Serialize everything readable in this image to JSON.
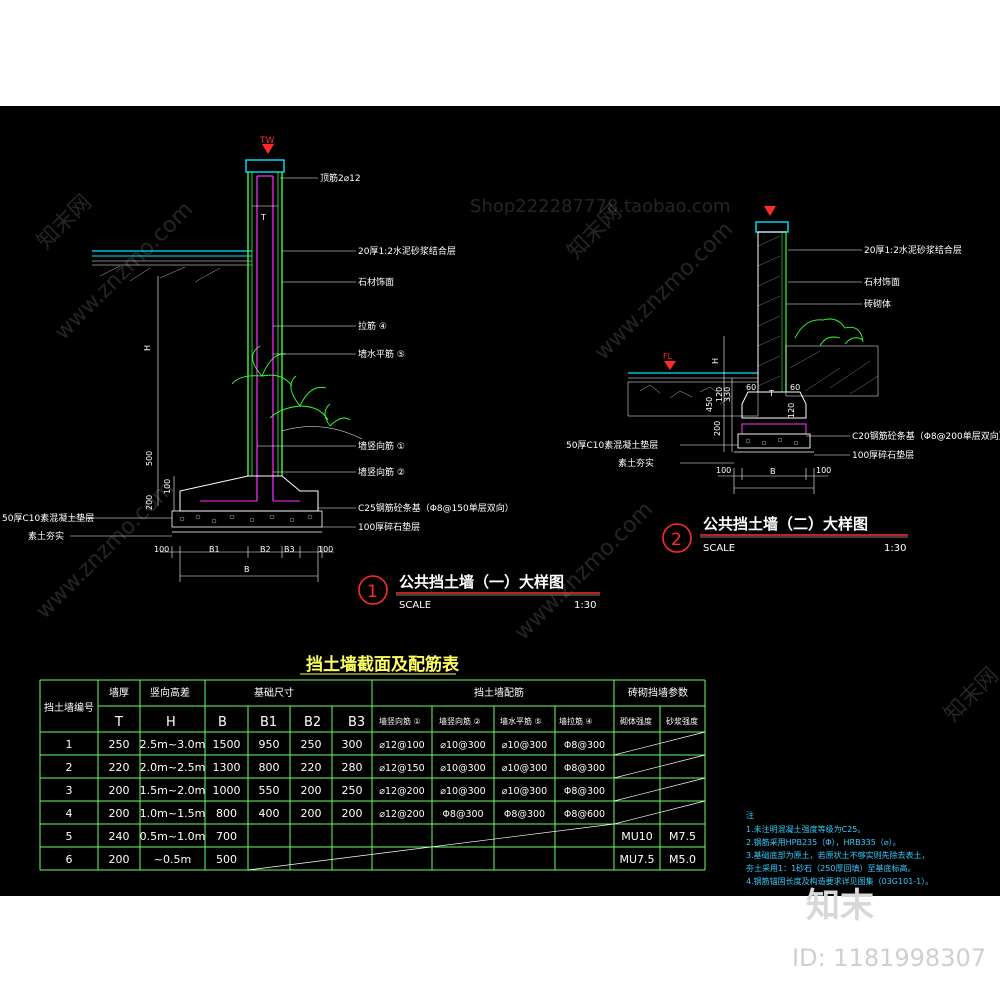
{
  "detail1": {
    "title": "公共挡土墙（一）大样图",
    "number": "1",
    "scale_label": "SCALE",
    "scale_value": "1:30",
    "top_marker": "TW",
    "labels": {
      "top_bar": "顶筋2⌀12",
      "mortar": "20厚1:2水泥砂浆结合层",
      "stone": "石材饰面",
      "tie": "拉筋 ④",
      "horiz": "墙水平筋 ⑤",
      "vert1": "墙竖向筋 ①",
      "vert2": "墙竖向筋 ②",
      "c25": "C25钢筋砼条基（Φ8@150单层双向）",
      "gravel": "100厚碎石垫层",
      "c10": "50厚C10素混凝土垫层",
      "soil": "素土夯实"
    },
    "dims": {
      "H": "H",
      "d500": "500",
      "d200": "200",
      "d100": "100",
      "T": "T",
      "B": "B",
      "B1": "B1",
      "B2": "B2",
      "B3": "B3",
      "side100a": "100",
      "side100b": "100"
    }
  },
  "detail2": {
    "title": "公共挡土墙（二）大样图",
    "number": "2",
    "scale_label": "SCALE",
    "scale_value": "1:30",
    "fl_marker": "FL",
    "labels": {
      "mortar": "20厚1:2水泥砂浆结合层",
      "stone": "石材饰面",
      "brick": "砖砌体",
      "c20": "C20钢筋砼条基（Φ8@200单层双向）",
      "gravel": "100厚碎石垫层",
      "c10": "50厚C10素混凝土垫层",
      "soil": "素土夯实"
    },
    "dims": {
      "H": "H",
      "d60a": "60",
      "d60b": "60",
      "t": "T",
      "d450": "450",
      "d120a": "120",
      "d330": "330",
      "d120b": "120",
      "d200": "200",
      "d100": "100",
      "B": "B",
      "b100a": "100",
      "b100b": "100"
    }
  },
  "table": {
    "title": "挡土墙截面及配筋表",
    "group_headers": [
      "基础尺寸",
      "挡土墙配筋",
      "砖砌挡墙参数"
    ],
    "headers_row1": [
      "挡土墙编号",
      "墙厚",
      "竖向高差"
    ],
    "headers_row2": [
      "T",
      "H",
      "B",
      "B1",
      "B2",
      "B3",
      "墙竖向筋 ①",
      "墙竖向筋 ②",
      "墙水平筋 ⑤",
      "墙拉筋 ④",
      "砌体强度",
      "砂浆强度"
    ],
    "rows": [
      [
        "1",
        "250",
        "2.5m~3.0m",
        "1500",
        "950",
        "250",
        "300",
        "⌀12@100",
        "⌀10@300",
        "⌀10@300",
        "Φ8@300",
        "",
        ""
      ],
      [
        "2",
        "220",
        "2.0m~2.5m",
        "1300",
        "800",
        "220",
        "280",
        "⌀12@150",
        "⌀10@300",
        "⌀10@300",
        "Φ8@300",
        "",
        ""
      ],
      [
        "3",
        "200",
        "1.5m~2.0m",
        "1000",
        "550",
        "200",
        "250",
        "⌀12@200",
        "⌀10@300",
        "⌀10@300",
        "Φ8@300",
        "",
        ""
      ],
      [
        "4",
        "200",
        "1.0m~1.5m",
        "800",
        "400",
        "200",
        "200",
        "⌀12@200",
        "Φ8@300",
        "Φ8@300",
        "Φ8@600",
        "",
        ""
      ],
      [
        "5",
        "240",
        "0.5m~1.0m",
        "700",
        "",
        "",
        "",
        "",
        "",
        "",
        "",
        "MU10",
        "M7.5"
      ],
      [
        "6",
        "200",
        "~0.5m",
        "500",
        "",
        "",
        "",
        "",
        "",
        "",
        "",
        "MU7.5",
        "M5.0"
      ]
    ]
  },
  "notes": {
    "heading": "注",
    "lines": [
      "1.未注明混凝土强度等级为C25。",
      "2.钢筋采用HPB235（Φ），HRB335（⌀）。",
      "3.基础底部为原土，若原状土不够实则先除去表土，",
      "  夯土采用1：1砂石（250厚回填）至基底标高。",
      "4.钢筋锚固长度及构造要求详见图集（03G101-1）。"
    ]
  },
  "watermarks": {
    "url": "www.znzmo.com",
    "brand": "知末网",
    "phone": "Shop222287778.taobao.com"
  },
  "footer": {
    "logo": "知末",
    "id_text": "ID: 1181998307"
  },
  "colors": {
    "background": "#000000",
    "cyan": "#00e5ff",
    "green": "#33ff33",
    "red": "#ff2a2a",
    "magenta": "#ff33ff",
    "yellow": "#ffff55",
    "table_lines": "#66ff66",
    "note_text": "#33ccff"
  }
}
